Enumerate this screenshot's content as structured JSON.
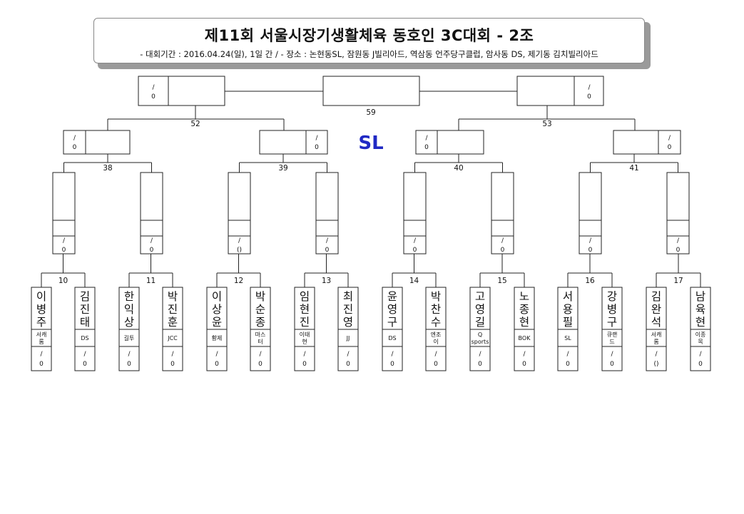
{
  "header": {
    "title": "제11회 서울시장기생활체육 동호인 3C대회 - 2조",
    "subtitle": "- 대회기간 : 2016.04.24(일), 1일 간 / - 장소 : 논현동SL, 잠원동 J빌리아드, 역삼동 언주당구클럽, 암사동 DS, 제기동 김치빌리아드"
  },
  "venue": "SL",
  "score_placeholder": {
    "slash": "/",
    "zero": "0"
  },
  "matches": {
    "r1": [
      "10",
      "11",
      "12",
      "13",
      "14",
      "15",
      "16",
      "17"
    ],
    "r2": [
      "38",
      "39",
      "40",
      "41"
    ],
    "r3": [
      "52",
      "53"
    ],
    "final": "59"
  },
  "players": [
    {
      "name": "이병주",
      "club": "서캐롬",
      "score_top": "/",
      "score_bottom": "0"
    },
    {
      "name": "김진태",
      "club": "DS",
      "score_top": "/",
      "score_bottom": "0"
    },
    {
      "name": "한익상",
      "club": "길투",
      "score_top": "/",
      "score_bottom": "0"
    },
    {
      "name": "박진훈",
      "club": "JCC",
      "score_top": "/",
      "score_bottom": "0"
    },
    {
      "name": "이상윤",
      "club": "황제",
      "score_top": "/",
      "score_bottom": "0"
    },
    {
      "name": "박순종",
      "club": "마스터",
      "score_top": "/",
      "score_bottom": "0"
    },
    {
      "name": "임현진",
      "club": "이태현",
      "score_top": "/",
      "score_bottom": "0"
    },
    {
      "name": "최진영",
      "club": "JJ",
      "score_top": "/",
      "score_bottom": "0"
    },
    {
      "name": "윤영구",
      "club": "DS",
      "score_top": "/",
      "score_bottom": "0"
    },
    {
      "name": "박찬수",
      "club": "엔조이",
      "score_top": "/",
      "score_bottom": "0"
    },
    {
      "name": "고영길",
      "club": "Q sports",
      "score_top": "/",
      "score_bottom": "0"
    },
    {
      "name": "노종현",
      "club": "BOK",
      "score_top": "/",
      "score_bottom": "0"
    },
    {
      "name": "서용필",
      "club": "SL",
      "score_top": "/",
      "score_bottom": "0"
    },
    {
      "name": "강병구",
      "club": "큐랜드",
      "score_top": "/",
      "score_bottom": "0"
    },
    {
      "name": "김완석",
      "club": "서캐롬",
      "score_top": "/",
      "score_bottom": "()"
    },
    {
      "name": "남육현",
      "club": "이종목",
      "score_top": "/",
      "score_bottom": "0"
    }
  ],
  "r2_slots": [
    {
      "score_top": "/",
      "score_bottom": "0"
    },
    {
      "score_top": "/",
      "score_bottom": "0"
    },
    {
      "score_top": "/",
      "score_bottom": "()"
    },
    {
      "score_top": "/",
      "score_bottom": "0"
    },
    {
      "score_top": "/",
      "score_bottom": "0"
    },
    {
      "score_top": "/",
      "score_bottom": "0"
    },
    {
      "score_top": "/",
      "score_bottom": "0"
    },
    {
      "score_top": "/",
      "score_bottom": "0"
    }
  ]
}
